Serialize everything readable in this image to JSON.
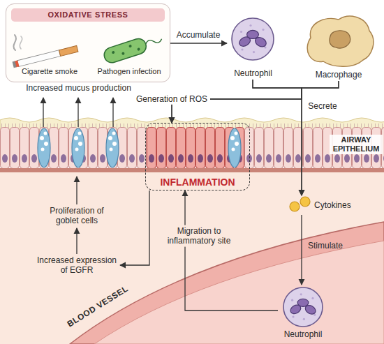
{
  "diagram": {
    "nodes": [
      {
        "text": [
          "OXIDATIVE STRESS"
        ]
      },
      {
        "text": [
          "Cigarette smoke"
        ],
        "in": 0
      },
      {
        "text": [
          "Pathogen infection"
        ],
        "in": 0
      },
      {
        "text": [
          "Neutrophil"
        ]
      },
      {
        "text": [
          "Macrophage"
        ]
      },
      {
        "text": [
          "AIRWAY EPITHELIUM"
        ]
      },
      {
        "text": [
          "INFLAMMATION"
        ]
      },
      {
        "text": [
          "Cytokines"
        ]
      },
      {
        "text": [
          "BLOOD VESSEL"
        ]
      },
      {
        "text": [
          "Neutrophil"
        ],
        "in": 8
      }
    ],
    "edges": [
      {
        "from": 0,
        "to": 3,
        "label": "Accumulate",
        "arrow": "to"
      },
      {
        "from": 3,
        "to": 6,
        "label": "Generation of ROS",
        "arrow": "to"
      },
      {
        "from": 4,
        "to": 6,
        "arrow": "to"
      },
      {
        "from": 3,
        "to": 7,
        "label": "Secrete",
        "arrow": "to"
      },
      {
        "from": 4,
        "to": 7,
        "arrow": "to"
      },
      {
        "from": 7,
        "to": 9,
        "label": "Stimulate",
        "arrow": "to"
      },
      {
        "from": 9,
        "to": 6,
        "label": "Migration to inflammatory site",
        "arrow": "to"
      }
    ],
    "labels": [
      "Increased mucus production",
      "Proliferation of goblet cells",
      "Increased expression of EGFR"
    ]
  }
}
